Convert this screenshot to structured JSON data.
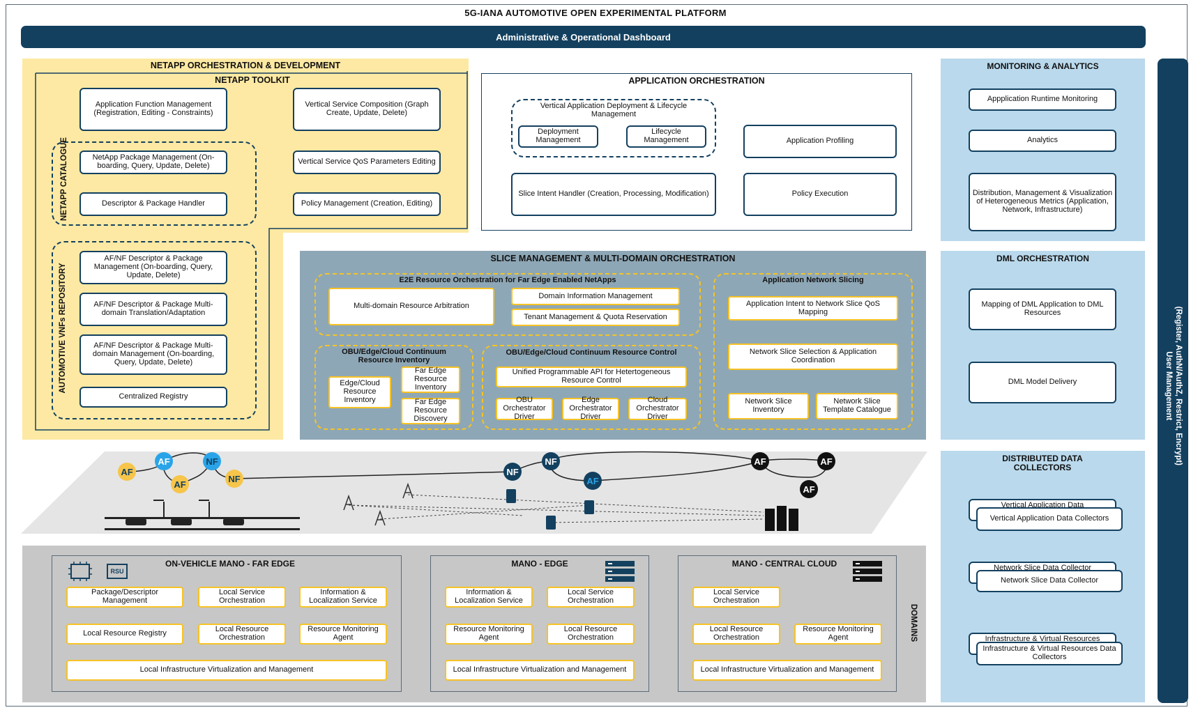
{
  "title": "5G-IANA AUTOMOTIVE OPEN EXPERIMENTAL PLATFORM",
  "dashboard": "Administrative & Operational Dashboard",
  "orchestration": {
    "title": "NETAPP ORCHESTRATION & DEVELOPMENT",
    "toolkit": {
      "title": "NETAPP TOOLKIT",
      "app_function": "Application Function Management (Registration, Editing - Constraints)",
      "vs_composition": "Vertical Service Composition (Graph Create, Update, Delete)",
      "catalogue_label": "NETAPP CATALOGUE",
      "netapp_package": "NetApp Package Management (On-boarding, Query, Update, Delete)",
      "descriptor_handler": "Descriptor & Package Handler",
      "qos_params": "Vertical Service QoS Parameters Editing",
      "policy_mgmt": "Policy Management (Creation, Editing)",
      "repo_label": "AUTOMOTIVE VNFs REPOSITORY",
      "afnf_package": "AF/NF Descriptor & Package Management (On-boarding, Query, Update, Delete)",
      "afnf_translation": "AF/NF Descriptor & Package Multi-domain Translation/Adaptation",
      "afnf_multidomain": "AF/NF Descriptor & Package Multi-domain Management (On-boarding, Query, Update, Delete)",
      "registry": "Centralized Registry"
    },
    "app_orch": {
      "title": "APPLICATION ORCHESTRATION",
      "vadl": "Vertical Application Deployment & Lifecycle Management",
      "deployment": "Deployment Management",
      "lifecycle": "Lifecycle Management",
      "profiling": "Application Profiling",
      "slice_intent": "Slice Intent Handler (Creation, Processing, Modification)",
      "policy_exec": "Policy Execution"
    }
  },
  "slice_mgmt": {
    "title": "SLICE MANAGEMENT & MULTI-DOMAIN ORCHESTRATION",
    "e2e": "E2E Resource Orchestration for Far Edge Enabled NetApps",
    "arbitration": "Multi-domain Resource Arbitration",
    "domain_info": "Domain Information Management",
    "tenant": "Tenant Management & Quota Reservation",
    "inventory_title": "OBU/Edge/Cloud Continuum Resource Inventory",
    "edge_cloud_inv": "Edge/Cloud Resource Inventory",
    "far_edge_inv": "Far Edge Resource Inventory",
    "far_edge_disc": "Far Edge Resource Discovery",
    "control_title": "OBU/Edge/Cloud Continuum Resource Control",
    "unified_api": "Unified Programmable API for Hetertogeneous Resource Control",
    "obu_driver": "OBU Orchestrator Driver",
    "edge_driver": "Edge Orchestrator Driver",
    "cloud_driver": "Cloud Orchestrator Driver",
    "ans_title": "Application Network Slicing",
    "intent_mapping": "Application Intent to Network Slice QoS Mapping",
    "slice_selection": "Network Slice Selection & Application Coordination",
    "slice_inventory": "Network Slice Inventory",
    "slice_template": "Network Slice Template Catalogue"
  },
  "monitoring": {
    "title": "MONITORING & ANALYTICS",
    "runtime": "Appplication Runtime Monitoring",
    "analytics": "Analytics",
    "distribution": "Distribution, Management & Visualization of Heterogeneous Metrics (Application, Network, Infrastructure)"
  },
  "dml": {
    "title": "DML ORCHESTRATION",
    "mapping": "Mapping of DML Application to DML Resources",
    "delivery": "DML Model Delivery"
  },
  "collectors": {
    "title": "DISTRIBUTED DATA COLLECTORS",
    "vertical_back": "Vertical Application Data",
    "vertical": "Vertical Application Data Collectors",
    "slice_back": "Network Slice Data Collector",
    "slice": "Network Slice Data Collector",
    "infra_back": "Infrastructure & Virtual Resources",
    "infra": "Infrastructure & Virtual Resources Data Collectors"
  },
  "user_mgmt": {
    "line1": "User Management",
    "line2": "(Register, AuthN/AuthZ, Restrict, Encrypt)"
  },
  "network": {
    "af": "AF",
    "nf": "NF"
  },
  "domains": {
    "label": "DOMAINS",
    "rsu": "RSU",
    "vehicle": {
      "title": "ON-VEHICLE MANO - FAR EDGE",
      "package": "Package/Descriptor Management",
      "lso": "Local Service Orchestration",
      "info": "Information & Localization Service",
      "registry": "Local Resource Registry",
      "lro": "Local Resource Orchestration",
      "agent": "Resource Monitoring Agent",
      "livm": "Local Infrastructure Virtualization and Management"
    },
    "edge": {
      "title": "MANO - EDGE",
      "info": "Information & Localization Service",
      "lso": "Local Service Orchestration",
      "agent": "Resource Monitoring Agent",
      "lro": "Local Resource Orchestration",
      "livm": "Local Infrastructure Virtualization and Management"
    },
    "cloud": {
      "title": "MANO - CENTRAL CLOUD",
      "lso": "Local Service Orchestration",
      "lro": "Local Resource Orchestration",
      "agent": "Resource Monitoring Agent",
      "livm": "Local Infrastructure Virtualization and Management"
    }
  },
  "colors": {
    "navy": "#13405f",
    "yellow_panel": "#fde9a3",
    "slate_panel": "#8ea7b6",
    "light_blue": "#bad9ec",
    "gray_panel": "#c7c7c7",
    "accent_yellow": "#f7c325",
    "af_blue": "#2aa4e8",
    "black_node": "#111111"
  }
}
